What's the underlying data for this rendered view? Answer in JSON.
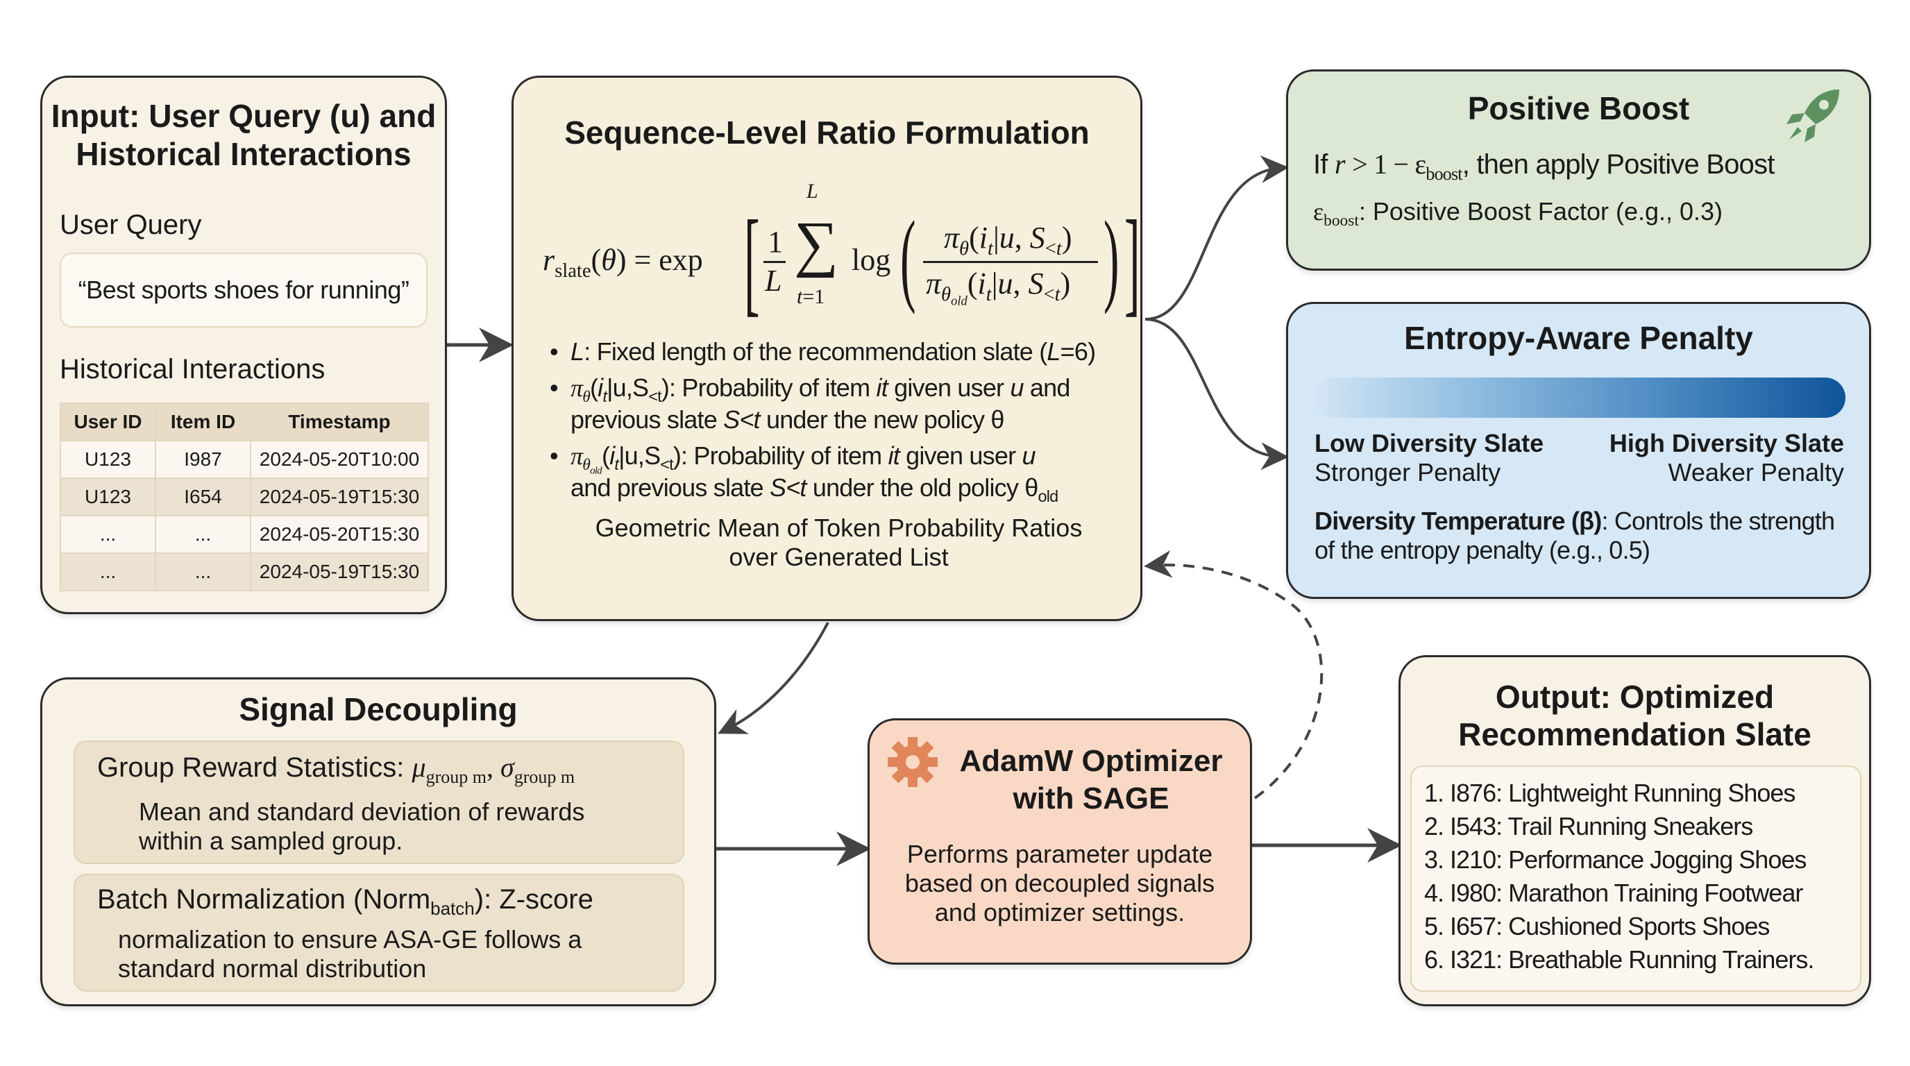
{
  "input": {
    "title_line1": "Input: User Query (u) and",
    "title_line2": "Historical Interactions",
    "query_label": "User Query",
    "query_value": "“Best sports shoes for running”",
    "history_label": "Historical Interactions",
    "columns": [
      "User ID",
      "Item ID",
      "Timestamp"
    ],
    "rows": [
      [
        "U123",
        "I987",
        "2024-05-20T10:00"
      ],
      [
        "U123",
        "I654",
        "2024-05-19T15:30"
      ],
      [
        "...",
        "...",
        "2024-05-20T15:30"
      ],
      [
        "...",
        "...",
        "2024-05-19T15:30"
      ]
    ]
  },
  "formula": {
    "title": "Sequence-Level Ratio Formulation",
    "bullet1_text": ": Fixed length of the recommendation slate (",
    "bullet1_var": "L",
    "bullet1_end": "=6)",
    "bullet2_a": "): Probability of item ",
    "bullet2_b": "it",
    "bullet2_c": " given user ",
    "bullet2_d": "u",
    "bullet2_e": " and",
    "bullet2_line2a": "previous slate ",
    "bullet2_line2b": "S<t",
    "bullet2_line2c": " under the new policy θ",
    "bullet3_a": "): Probability of item ",
    "bullet3_b": "it",
    "bullet3_c": " given user ",
    "bullet3_d": "u",
    "bullet3_line2a": "and previous slate ",
    "bullet3_line2b": "S<t",
    "bullet3_line2c": " under the old policy θ",
    "caption_line1": "Geometric Mean of Token Probability Ratios",
    "caption_line2": "over Generated List"
  },
  "boost": {
    "title": "Positive Boost",
    "rule_text": ", then apply Positive Boost",
    "factor_text": ": Positive Boost Factor (e.g., 0.3)",
    "icon": "rocket-icon",
    "icon_color": "#5e9160"
  },
  "entropy": {
    "title": "Entropy-Aware Penalty",
    "low_label": "Low Diversity Slate",
    "low_sub": "Stronger Penalty",
    "high_label": "High Diversity Slate",
    "high_sub": "Weaker Penalty",
    "temp_label": "Diversity Temperature (β)",
    "temp_text": ": Controls the strength",
    "temp_text2": "of the entropy penalty (e.g., 0.5)",
    "gradient_colors": [
      "#d3e6f5",
      "#0f5499"
    ]
  },
  "signal": {
    "title": "Signal Decoupling",
    "group_label": "Group Reward Statistics: ",
    "group_desc1": "Mean and standard deviation of rewards",
    "group_desc2": "within a sampled group.",
    "batch_label": "Batch Normalization (Norm",
    "batch_sub": "batch",
    "batch_label_end": "):",
    "batch_text": " Z-score",
    "batch_desc1": "normalization to ensure ASA-GE follows a",
    "batch_desc2": "standard normal distribution"
  },
  "optimizer": {
    "title_line1": "AdamW Optimizer",
    "title_line2": "with SAGE",
    "desc1": "Performs parameter update",
    "desc2": "based on decoupled signals",
    "desc3": "and optimizer settings.",
    "icon": "gear-icon",
    "icon_color": "#e0865a"
  },
  "output": {
    "title_line1": "Output: Optimized",
    "title_line2": "Recommendation Slate",
    "items": [
      "1. I876: Lightweight Running Shoes",
      "2. I543: Trail Running Sneakers",
      "3. I210: Performance Jogging Shoes",
      "4. I980: Marathon Training Footwear",
      "5. I657: Cushioned Sports Shoes",
      "6. I321: Breathable Running Trainers."
    ]
  }
}
